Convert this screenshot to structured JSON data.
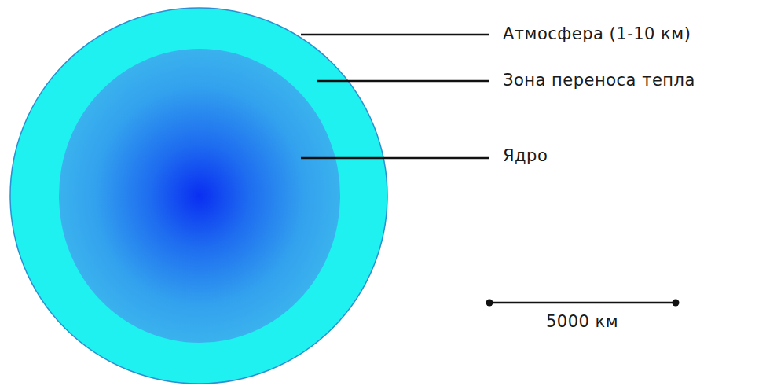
{
  "diagram": {
    "labels": [
      "Атмосфера (1-10 км)",
      "Зона переноса тепла",
      "Ядро",
      "5000 км"
    ]
  }
}
